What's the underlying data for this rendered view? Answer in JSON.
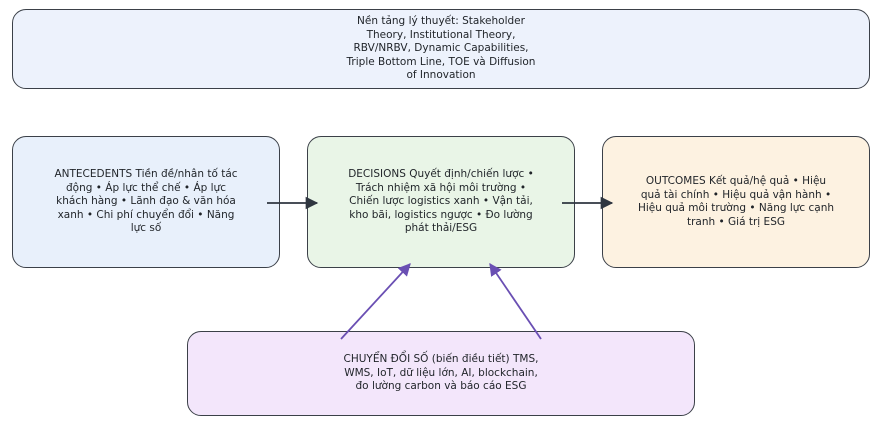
{
  "nodes": {
    "theory": "Nền tảng lý thuyết: Stakeholder Theory, Institutional Theory, RBV/NRBV, Dynamic Capabilities, Triple Bottom Line, TOE và Diffusion of Innovation",
    "antecedents": "ANTECEDENTS Tiền đề/nhân tố tác động • Áp lực thể chế • Áp lực khách hàng • Lãnh đạo & văn hóa xanh • Chi phí chuyển đổi • Năng lực số",
    "decisions": "DECISIONS Quyết định/chiến lược • Trách nhiệm xã hội môi trường • Chiến lược logistics xanh • Vận tải, kho bãi, logistics ngược • Đo lường phát thải/ESG",
    "outcomes": "OUTCOMES Kết quả/hệ quả • Hiệu quả tài chính • Hiệu quả vận hành • Hiệu quả môi trường • Năng lực cạnh tranh • Giá trị ESG",
    "digital": "CHUYỂN ĐỔI SỐ (biến điều tiết) TMS, WMS, IoT, dữ liệu lớn, AI, blockchain, đo lường carbon và báo cáo ESG"
  },
  "colors": {
    "edge_main": "#2f3640",
    "edge_moderator": "#6a4fb3"
  }
}
